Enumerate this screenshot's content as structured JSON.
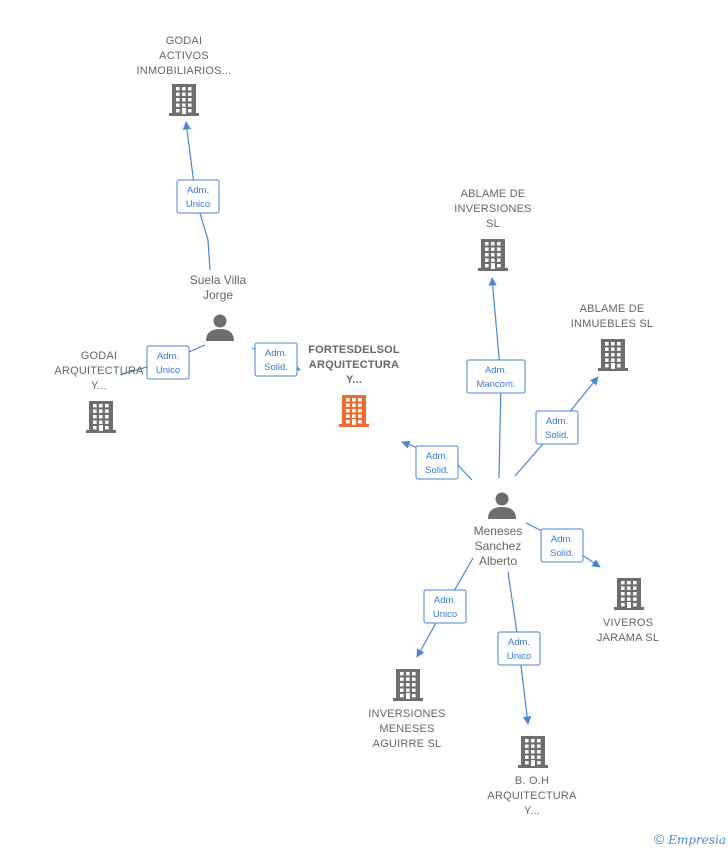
{
  "colors": {
    "edge": "#4a86d3",
    "node": "#6e6e6e",
    "focus_node": "#f26a2d"
  },
  "nodes": [
    {
      "id": "godai_activos",
      "type": "company",
      "lines": [
        "GODAI",
        "ACTIVOS",
        "INMOBILIARIOS..."
      ],
      "icon": "building-icon"
    },
    {
      "id": "suela",
      "type": "person",
      "lines": [
        "Suela Villa",
        "Jorge"
      ],
      "icon": "person-icon"
    },
    {
      "id": "godai_arq",
      "type": "company",
      "lines": [
        "GODAI",
        "ARQUITECTURA",
        "Y..."
      ],
      "icon": "building-icon"
    },
    {
      "id": "fortesdelsol",
      "type": "company",
      "focus": true,
      "lines": [
        "FORTESDELSOL",
        "ARQUITECTURA",
        "Y..."
      ],
      "icon": "building-icon"
    },
    {
      "id": "ablame_inv",
      "type": "company",
      "lines": [
        "ABLAME DE",
        "INVERSIONES",
        "SL"
      ],
      "icon": "building-icon"
    },
    {
      "id": "ablame_inm",
      "type": "company",
      "lines": [
        "ABLAME DE",
        "INMUEBLES  SL"
      ],
      "icon": "building-icon"
    },
    {
      "id": "meneses",
      "type": "person",
      "lines": [
        "Meneses",
        "Sanchez",
        "Alberto"
      ],
      "icon": "person-icon"
    },
    {
      "id": "viveros",
      "type": "company",
      "lines": [
        "VIVEROS",
        "JARAMA  SL"
      ],
      "icon": "building-icon"
    },
    {
      "id": "inv_meneses",
      "type": "company",
      "lines": [
        "INVERSIONES",
        "MENESES",
        "AGUIRRE  SL"
      ],
      "icon": "building-icon"
    },
    {
      "id": "boh",
      "type": "company",
      "lines": [
        "B. O.H",
        "ARQUITECTURA",
        "Y..."
      ],
      "icon": "building-icon"
    }
  ],
  "edges": [
    {
      "from": "suela",
      "to": "godai_activos",
      "label": [
        "Adm.",
        "Unico"
      ]
    },
    {
      "from": "suela",
      "to": "godai_arq",
      "label": [
        "Adm.",
        "Unico"
      ]
    },
    {
      "from": "suela",
      "to": "fortesdelsol",
      "label": [
        "Adm.",
        "Solid."
      ]
    },
    {
      "from": "meneses",
      "to": "fortesdelsol",
      "label": [
        "Adm.",
        "Solid."
      ]
    },
    {
      "from": "meneses",
      "to": "ablame_inv",
      "label": [
        "Adm.",
        "Mancom."
      ]
    },
    {
      "from": "meneses",
      "to": "ablame_inm",
      "label": [
        "Adm.",
        "Solid."
      ]
    },
    {
      "from": "meneses",
      "to": "viveros",
      "label": [
        "Adm.",
        "Solid."
      ]
    },
    {
      "from": "meneses",
      "to": "inv_meneses",
      "label": [
        "Adm.",
        "Unico"
      ]
    },
    {
      "from": "meneses",
      "to": "boh",
      "label": [
        "Adm.",
        "Unico"
      ]
    }
  ],
  "footer": {
    "copyright": "©",
    "brand": "Empresia"
  }
}
